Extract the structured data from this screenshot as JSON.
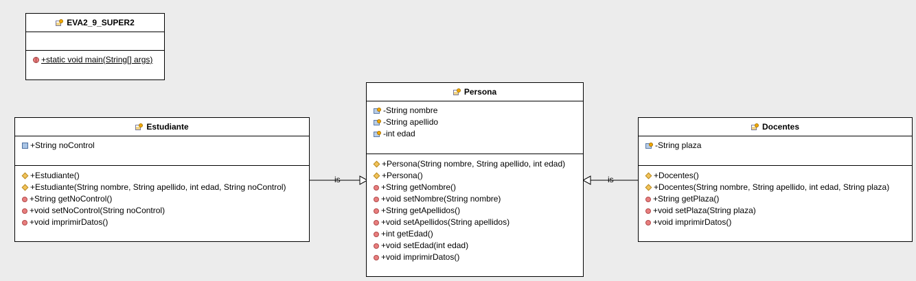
{
  "classes": {
    "main": {
      "name": "EVA2_9_SUPER2",
      "methods": [
        "+static void main(String[] args)"
      ]
    },
    "estudiante": {
      "name": "Estudiante",
      "attributes": [
        "+String noControl"
      ],
      "methods": [
        "+Estudiante()",
        "+Estudiante(String nombre, String apellido, int edad, String noControl)",
        "+String getNoControl()",
        "+void setNoControl(String noControl)",
        "+void imprimirDatos()"
      ]
    },
    "persona": {
      "name": "Persona",
      "attributes": [
        "-String nombre",
        "-String apellido",
        "-int edad"
      ],
      "methods": [
        "+Persona(String nombre, String apellido, int edad)",
        "+Persona()",
        "+String getNombre()",
        "+void setNombre(String nombre)",
        "+String getApellidos()",
        "+void setApellidos(String apellidos)",
        "+int getEdad()",
        "+void setEdad(int edad)",
        "+void imprimirDatos()"
      ]
    },
    "docentes": {
      "name": "Docentes",
      "attributes": [
        "-String plaza"
      ],
      "methods": [
        "+Docentes()",
        "+Docentes(String nombre, String apellido, int edad, String plaza)",
        "+String getPlaza()",
        "+void setPlaza(String plaza)",
        "+void imprimirDatos()"
      ]
    }
  },
  "relations": {
    "estudiante_persona": "is",
    "docentes_persona": "is"
  },
  "icons": {
    "class": "class-icon",
    "public_method": "public-method-icon",
    "constructor": "constructor-icon",
    "private_attribute": "private-attribute-icon",
    "public_attribute": "public-attribute-icon",
    "static_method": "static-method-icon"
  }
}
